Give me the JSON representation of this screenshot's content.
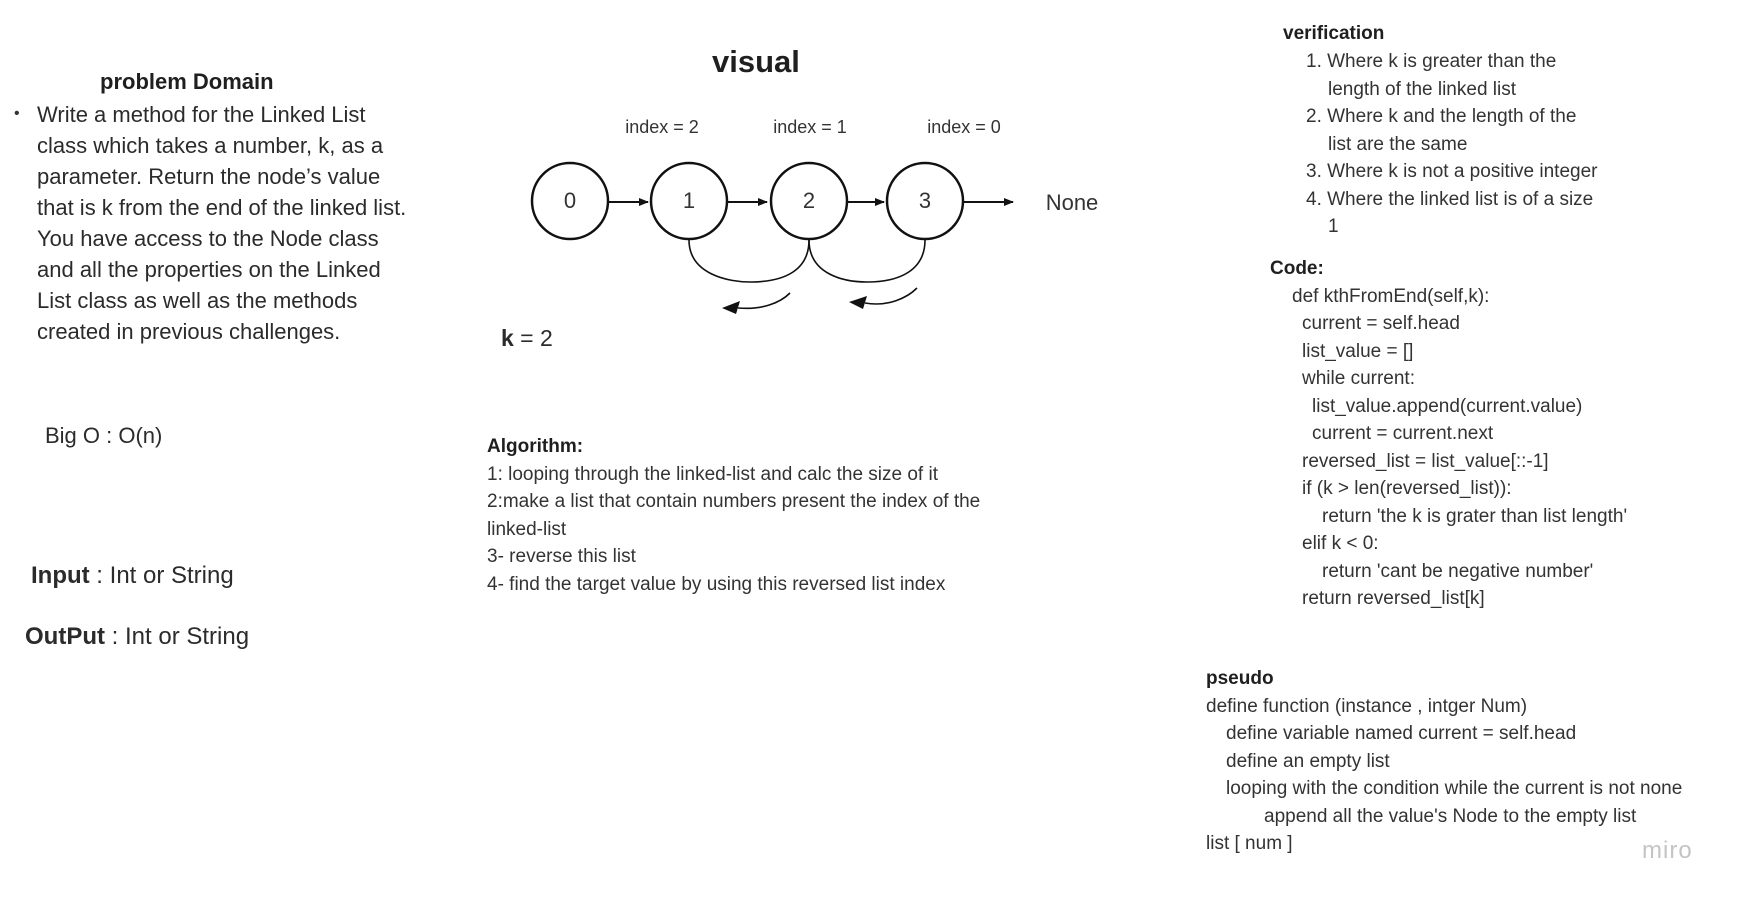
{
  "problem_domain": {
    "title": "problem Domain",
    "bullet": "•",
    "text": "Write a method for the Linked List class which takes a number, k, as a parameter. Return the node’s value that is k from the end of the linked list. You have access to the Node class and all the properties on the Linked List class as well as the methods created in previous challenges.",
    "big_o": "Big O : O(n)",
    "input_label": "Input",
    "input_value": " : Int or String",
    "output_label": "OutPut",
    "output_value": " : Int or String"
  },
  "visual": {
    "title": "visual",
    "index_labels": [
      "index = 2",
      "index = 1",
      "index = 0"
    ],
    "nodes": [
      "0",
      "1",
      "2",
      "3"
    ],
    "none_label": "None",
    "k_label": "k",
    "k_value": " = 2"
  },
  "algorithm": {
    "title": "Algorithm:",
    "lines": [
      "1: looping through the linked-list and calc the size of it",
      "2:make a list that contain numbers present the index of the",
      "linked-list",
      "3- reverse this list",
      "4- find the target value by using this reversed list index"
    ]
  },
  "verification": {
    "title": "verification",
    "items": [
      [
        "1. Where k is greater than the",
        "length of the linked list"
      ],
      [
        "2. Where k and the length of the",
        "list are the same"
      ],
      [
        "3. Where k is not a positive integer"
      ],
      [
        "4. Where the linked list is of a size",
        "1"
      ]
    ]
  },
  "code": {
    "title": "Code:",
    "lines": [
      "def kthFromEnd(self,k):",
      "current = self.head",
      "list_value = []",
      "while current:",
      "list_value.append(current.value)",
      "current = current.next",
      "reversed_list = list_value[::-1]",
      "if (k > len(reversed_list)):",
      "return 'the k is grater than list length'",
      "elif k < 0:",
      "return 'cant be negative number'",
      "return reversed_list[k]"
    ]
  },
  "pseudo": {
    "title": "pseudo",
    "lines": [
      "define function (instance , intger Num)",
      "define variable named current = self.head",
      "define an empty list",
      "looping with the condition while the current is not none",
      "append all the value's Node to the empty list",
      "list [ num ]"
    ]
  },
  "branding": {
    "logo": "miro"
  }
}
